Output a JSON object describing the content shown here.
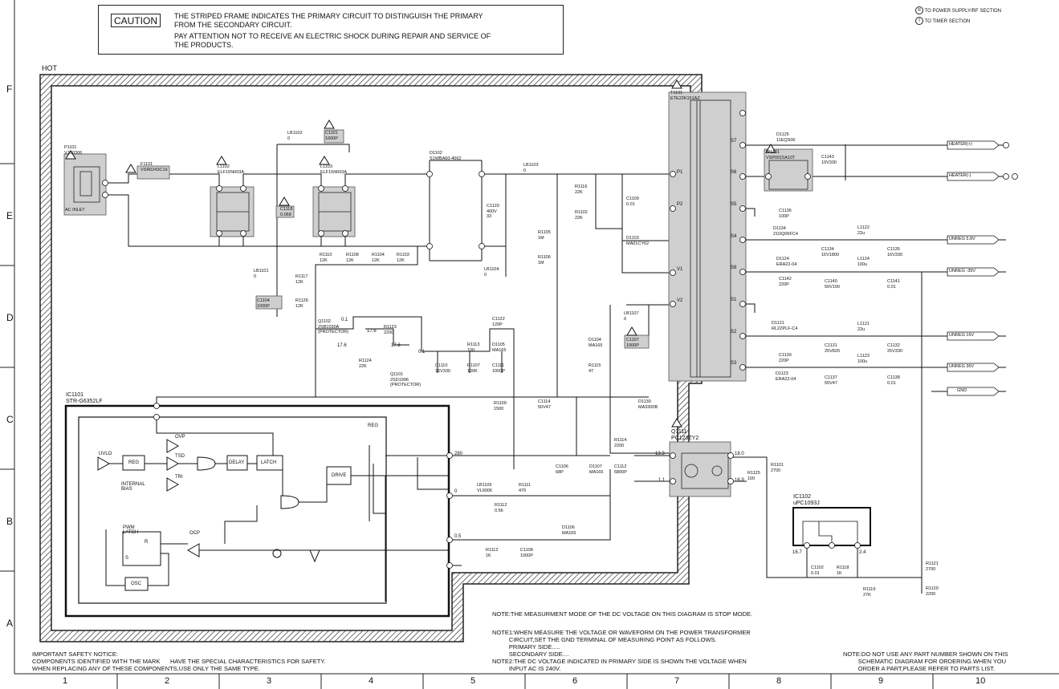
{
  "caution": {
    "tag": "CAUTION",
    "line1": "THE STRIPED FRAME INDICATES THE PRIMARY CIRCUIT TO DISTINGUISH THE PRIMARY",
    "line2": "FROM THE SECONDARY CIRCUIT.",
    "line3": "PAY ATTENTION NOT TO RECEIVE AN ELECTRIC SHOCK DURING REPAIR AND SERVICE OF",
    "line4": "THE PRODUCTS."
  },
  "legend": {
    "r": "TO POWER SUPPLY/RF SECTION",
    "t": "TO TIMER SECTION"
  },
  "hot_label": "HOT",
  "rows": [
    "F",
    "E",
    "D",
    "C",
    "B",
    "A"
  ],
  "cols": [
    "1",
    "2",
    "3",
    "4",
    "5",
    "6",
    "7",
    "8",
    "9",
    "10"
  ],
  "labels": [
    {
      "id": "p1101",
      "t": "P1101\nVJS0306"
    },
    {
      "id": "acinlet",
      "t": "AC INLET"
    },
    {
      "id": "f1101",
      "t": "F1101\nVSR0243C16"
    },
    {
      "id": "l1102",
      "t": "L1102\nELF15N003A"
    },
    {
      "id": "l1103",
      "t": "L1103\nELF15N003A"
    },
    {
      "id": "lb1102",
      "t": "LB1102\n0"
    },
    {
      "id": "c1101",
      "t": "C1101\n1000P"
    },
    {
      "id": "c1118",
      "t": "C1118\n0.068"
    },
    {
      "id": "d1102",
      "t": "D1102\nS1WBA60-4062"
    },
    {
      "id": "c1120",
      "t": "C1120\n400V\n33"
    },
    {
      "id": "lb1103",
      "t": "LB1103\n0"
    },
    {
      "id": "lb1101",
      "t": "LB1101\n0"
    },
    {
      "id": "c1104",
      "t": "C1104\n1000P"
    },
    {
      "id": "r1110",
      "t": "R1110\n12K"
    },
    {
      "id": "r1108",
      "t": "R1108\n12K"
    },
    {
      "id": "r1104",
      "t": "R1104\n12K"
    },
    {
      "id": "r1103",
      "t": "R1103\n12K"
    },
    {
      "id": "r1117",
      "t": "R1117\n12K"
    },
    {
      "id": "r1126",
      "t": "R1126\n12K"
    },
    {
      "id": "lb1104",
      "t": "LB1104\n0"
    },
    {
      "id": "r1105",
      "t": "R1105\n1M"
    },
    {
      "id": "r1106",
      "t": "R1106\n1M"
    },
    {
      "id": "r1116",
      "t": "R1116\n22K"
    },
    {
      "id": "r1102",
      "t": "R1102\n22K"
    },
    {
      "id": "c1109",
      "t": "C1109\n0.01"
    },
    {
      "id": "d1103",
      "t": "D1103\nMA01CY62"
    },
    {
      "id": "t1101",
      "t": "T1101\nETE22K151AZ"
    },
    {
      "id": "q1102",
      "t": "Q1102\n2SB1030A\n(PROTECTOR)"
    },
    {
      "id": "r1123",
      "t": "R1123\n2200"
    },
    {
      "id": "r1124",
      "t": "R1124\n22K"
    },
    {
      "id": "q1101",
      "t": "Q1101\n2SD1996\n(PROTECTOR)"
    },
    {
      "id": "c1110",
      "t": "C1110\n16V330"
    },
    {
      "id": "r1113",
      "t": "R1113\n100"
    },
    {
      "id": "r1107",
      "t": "R1107\n100K"
    },
    {
      "id": "c1122",
      "t": "C1122\n120P"
    },
    {
      "id": "d1105",
      "t": "D1105\nMA165"
    },
    {
      "id": "c1111",
      "t": "C1111\n1000P"
    },
    {
      "id": "lb1107",
      "t": "LB1107\n0"
    },
    {
      "id": "c1107",
      "t": "C1107\n1000P"
    },
    {
      "id": "d1104",
      "t": "D1104\nMA165"
    },
    {
      "id": "r1115",
      "t": "R1115\n47"
    },
    {
      "id": "r1109",
      "t": "R1109\n1500"
    },
    {
      "id": "c1114",
      "t": "C1114\n50V47"
    },
    {
      "id": "d1130",
      "t": "D1130\nMA3300B"
    },
    {
      "id": "ic1101",
      "t": "IC1101\nSTR-G6352LF"
    },
    {
      "id": "d1125",
      "t": "D1125\n11EQS06"
    },
    {
      "id": "ip1101",
      "t": "IP1101\nVSP0015A10T"
    },
    {
      "id": "c1143",
      "t": "C1143\n10V330"
    },
    {
      "id": "heater_p",
      "t": "HEATER(+)"
    },
    {
      "id": "heater_m",
      "t": "HEATER(-)"
    },
    {
      "id": "c1136",
      "t": "C1136\n100P"
    },
    {
      "id": "d1134",
      "t": "D1134\n21DQ06FC4"
    },
    {
      "id": "l1122",
      "t": "L1122\n22u"
    },
    {
      "id": "c1134",
      "t": "C1134\n16V1800"
    },
    {
      "id": "c1135",
      "t": "C1135\n16V330"
    },
    {
      "id": "unreg58",
      "t": "UNREG 5.8V"
    },
    {
      "id": "d1124",
      "t": "D1124\nERA22-04"
    },
    {
      "id": "c1142",
      "t": "C1142\n220P"
    },
    {
      "id": "l1124",
      "t": "L1124\n100u"
    },
    {
      "id": "c1140",
      "t": "C1140\n50V100"
    },
    {
      "id": "c1141",
      "t": "C1141\n0.01"
    },
    {
      "id": "unreg39",
      "t": "UNREG -39V"
    },
    {
      "id": "d1121",
      "t": "D1121\nRL2ZPLF-C4"
    },
    {
      "id": "l1121",
      "t": "L1121\n22u"
    },
    {
      "id": "c1131",
      "t": "C1131\n25V820"
    },
    {
      "id": "c1132",
      "t": "C1132\n25V330"
    },
    {
      "id": "unreg16",
      "t": "UNREG 16V"
    },
    {
      "id": "c1139",
      "t": "C1139\n220P"
    },
    {
      "id": "l1123",
      "t": "L1123\n100u"
    },
    {
      "id": "d1123",
      "t": "D1123\nERA22-04"
    },
    {
      "id": "c1137",
      "t": "C1137\n50V47"
    },
    {
      "id": "c1138",
      "t": "C1138\n0.01"
    },
    {
      "id": "unreg36",
      "t": "UNREG 36V"
    },
    {
      "id": "gnd",
      "t": "GND"
    },
    {
      "id": "q1111",
      "t": "Q1111\nPC123ZY2"
    },
    {
      "id": "r1114",
      "t": "R1114\n2200"
    },
    {
      "id": "c1106",
      "t": "C1106\n68P"
    },
    {
      "id": "d1107",
      "t": "D1107\nMA165"
    },
    {
      "id": "c1112",
      "t": "C1112\n6800P"
    },
    {
      "id": "lb1105",
      "t": "LB1105\nVL6006"
    },
    {
      "id": "r1111",
      "t": "R1111\n470"
    },
    {
      "id": "r1112",
      "t": "R1112\n0.56"
    },
    {
      "id": "r1112b",
      "t": "R1112\n1K"
    },
    {
      "id": "c1108",
      "t": "C1108\n1000P"
    },
    {
      "id": "d1106",
      "t": "D1106\nMA165"
    },
    {
      "id": "r1125",
      "t": "R1125\n100"
    },
    {
      "id": "r1101",
      "t": "R1101\n2700"
    },
    {
      "id": "ic1102",
      "t": "IC1102\nuPC1093J"
    },
    {
      "id": "c1102",
      "t": "C1102\n0.01"
    },
    {
      "id": "r1118",
      "t": "R1118\n1K"
    },
    {
      "id": "r1119",
      "t": "R1119\n27K"
    },
    {
      "id": "r1121",
      "t": "R1121\n2700"
    },
    {
      "id": "r1120",
      "t": "R1120\n2200"
    }
  ],
  "ic_blocks": {
    "uvlo": "UVLO",
    "reg": "REG",
    "ovp": "OVP",
    "tsd": "TSD",
    "tri": "TRI",
    "delay": "DELAY",
    "latch": "LATCH",
    "drive": "DRIVE",
    "reg2": "REG",
    "internal_bias": "INTERNAL\nBIAS",
    "pwm_latch": "PWM\nLATCH",
    "ocp": "OCP",
    "osc": "OSC",
    "r": "R",
    "s": "S"
  },
  "trans_pins": {
    "p1": "P1",
    "p2": "P2",
    "v1": "V1",
    "v2": "V2",
    "s7": "S7",
    "s6": "S6",
    "s5": "S5",
    "s4": "S4",
    "s8": "S8",
    "s1": "S1",
    "s2": "S2",
    "s3": "S3"
  },
  "voltages": [
    "0.1",
    "17.6",
    "17.6",
    "0.1",
    "17.6",
    "280",
    "0",
    "0.5",
    "13.3",
    "1.1",
    "18.0",
    "16.9",
    "16.7",
    "2.4"
  ],
  "notes": {
    "n0": "NOTE:THE MEASURMENT MODE OF THE DC VOLTAGE ON THIS DIAGRAM IS STOP MODE.",
    "n1": "NOTE1:WHEN MEASURE THE VOLTAGE OR WAVEFORM ON THE POWER TRANSFORMER\n          CIRCUIT,SET THE GND TERMINAL OF MEASURING POINT AS FOLLOWS.\n          PRIMARY SIDE.....\n          SECONDARY SIDE....",
    "n2": "NOTE2:THE DC VOLTAGE INDICATED IN PRIMARY SIDE IS SHOWN THE VOLTAGE WHEN\n          INPUT AC IS 240V.",
    "safety": "IMPORTANT SAFETY NOTICE:\nCOMPONENTS IDENTIFIED WITH THE MARK      HAVE THE SPECIAL CHARACTERISTICS FOR SAFETY.\nWHEN REPLACING ANY OF THESE COMPONENTS,USE ONLY THE SAME TYPE.",
    "parts": "NOTE:DO NOT USE ANY PART NUMBER SHOWN ON THIS\n         SCHEMATIC DIAGRAM FOR ORDERING.WHEN YOU\n         ORDER A PART,PLEASE REFER TO PARTS LIST."
  }
}
